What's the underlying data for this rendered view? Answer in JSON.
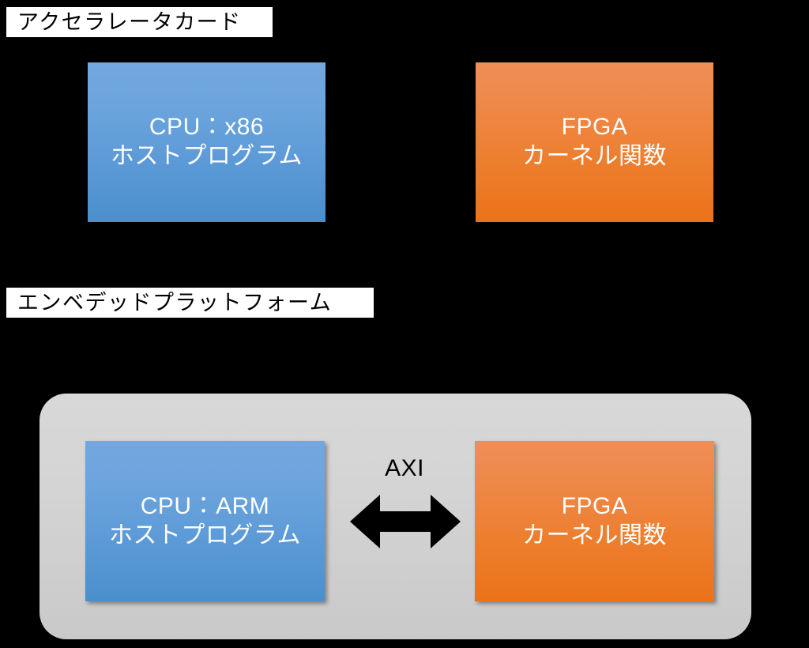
{
  "diagram": {
    "background_color": "#000000",
    "sections": [
      {
        "id": "accelerator-card",
        "label": "アクセラレータカード",
        "label_bg": "#FFFFFF",
        "label_color": "#000000",
        "blocks": [
          {
            "id": "cpu-x86",
            "line1": "CPU：x86",
            "line2": "ホストプログラム",
            "fill_top": "#72A8DF",
            "fill_bottom": "#4A8FCD",
            "text_color": "#FFFFFF"
          },
          {
            "id": "fpga-accel",
            "line1": "FPGA",
            "line2": "カーネル関数",
            "fill_top": "#F08E56",
            "fill_bottom": "#EC7219",
            "text_color": "#FFFFFF"
          }
        ]
      },
      {
        "id": "embedded-platform",
        "label": "エンベデッドプラットフォーム",
        "label_bg": "#FFFFFF",
        "label_color": "#000000",
        "container_fill": "#D4D4D4",
        "blocks": [
          {
            "id": "cpu-arm",
            "line1": "CPU：ARM",
            "line2": "ホストプログラム",
            "fill_top": "#72A8DF",
            "fill_bottom": "#4A8FCD",
            "text_color": "#FFFFFF"
          },
          {
            "id": "fpga-embedded",
            "line1": "FPGA",
            "line2": "カーネル関数",
            "fill_top": "#F08E56",
            "fill_bottom": "#EC7219",
            "text_color": "#FFFFFF"
          }
        ],
        "connector": {
          "id": "axi-bus",
          "label": "AXI",
          "label_color": "#000000",
          "arrow_color": "#000000",
          "arrow_kind": "double-headed-horizontal"
        }
      }
    ]
  }
}
